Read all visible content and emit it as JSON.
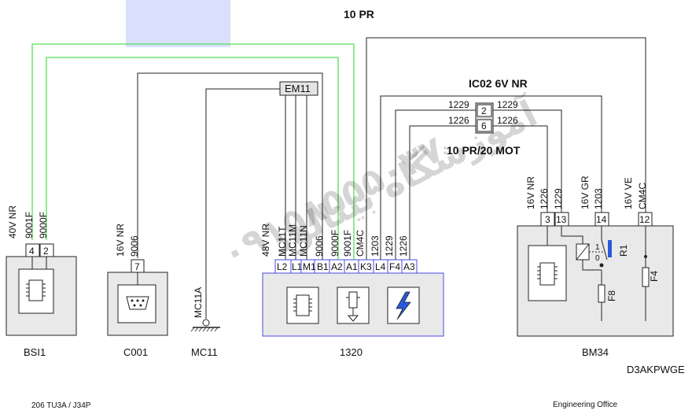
{
  "header": {
    "title": "10 PR"
  },
  "splice": {
    "title": "IC02 6V NR",
    "subtitle": "10 PR/20 MOT",
    "pin_a": "2",
    "pin_b": "6",
    "wires": [
      "1229",
      "1229",
      "1226",
      "1226"
    ]
  },
  "components": {
    "bsi": {
      "name": "BSI1",
      "connector": "40V NR",
      "pins": [
        "4",
        "2"
      ],
      "wires": [
        "9001F",
        "9000F"
      ]
    },
    "c001": {
      "name": "C001",
      "connector": "16V NR",
      "pins": [
        "7"
      ],
      "wires": [
        "9006"
      ]
    },
    "mc11": {
      "name": "MC11",
      "wire": "MC11A"
    },
    "ecu": {
      "name": "1320",
      "connector": "48V NR",
      "pins": [
        "L2",
        "L1",
        "M1",
        "B1",
        "A2",
        "A1",
        "K3",
        "L4",
        "F4",
        "A3"
      ],
      "wires": [
        "MC11T",
        "MC11M",
        "MC11N",
        "9006",
        "9000F",
        "9001F",
        "CM4C",
        "1203",
        "1229",
        "1226"
      ]
    },
    "bm34": {
      "name": "BM34",
      "connectors": [
        "16V NR",
        "16V GR",
        "16V VE"
      ],
      "pins": [
        "3",
        "13",
        "14",
        "12"
      ],
      "wires": [
        "1226",
        "1229",
        "1203",
        "CM4C"
      ],
      "relay_label": "R1",
      "fuse_f8": "F8",
      "fuse_f4": "F4",
      "switch_marks": [
        "1",
        "0"
      ]
    }
  },
  "em11": {
    "label": "EM11"
  },
  "footer": {
    "ref": "D3AKPWGE",
    "left": "206 TU3A / J34P",
    "right": "Engineering Office"
  },
  "watermark": {
    "line1": "آموزشگاه بینالود",
    "line2": "۰۹۱۵۸۵۵۵۰۳۷"
  },
  "colors": {
    "green_wire": "#55dd55",
    "ecu_border": "#4a4ae6",
    "highlight": "#d8e0fb",
    "relay_blue": "#2a5ad8"
  }
}
